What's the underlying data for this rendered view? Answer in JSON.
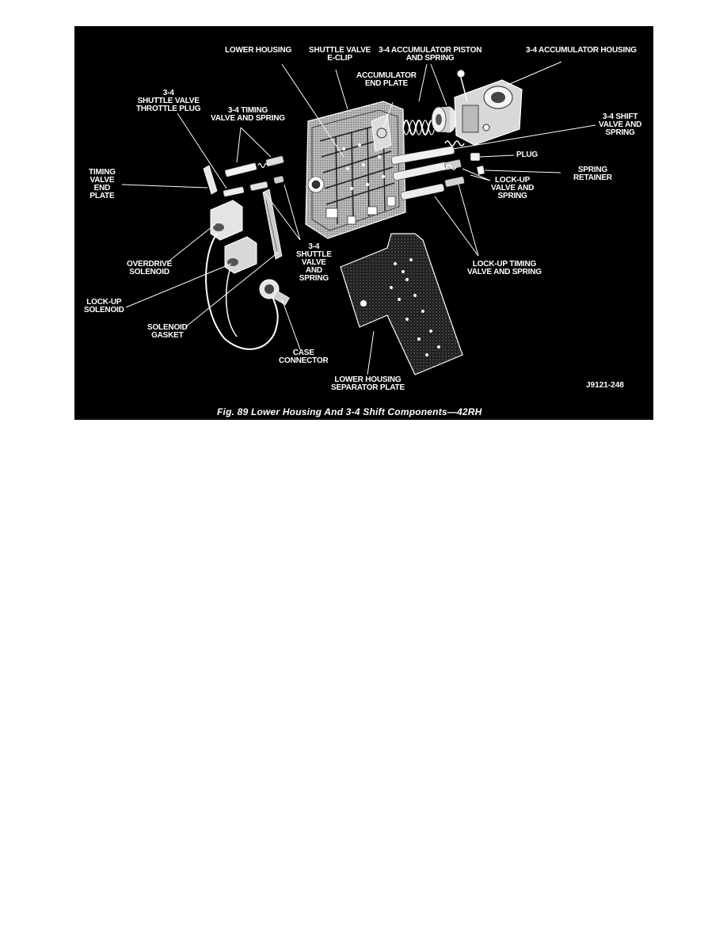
{
  "figure": {
    "caption": "Fig. 89 Lower Housing And 3-4 Shift Components—42RH",
    "figure_id": "J9121-248",
    "labels": {
      "lower_housing": "LOWER HOUSING",
      "shuttle_valve_eclip_1": "SHUTTLE VALVE",
      "shuttle_valve_eclip_2": "E-CLIP",
      "accum_piston_1": "3-4 ACCUMULATOR PISTON",
      "accum_piston_2": "AND SPRING",
      "accum_housing": "3-4 ACCUMULATOR HOUSING",
      "accum_end_plate_1": "ACCUMULATOR",
      "accum_end_plate_2": "END PLATE",
      "throttle_plug_1": "3-4",
      "throttle_plug_2": "SHUTTLE VALVE",
      "throttle_plug_3": "THROTTLE PLUG",
      "timing_valve_1": "3-4 TIMING",
      "timing_valve_2": "VALVE AND SPRING",
      "shift_valve_1": "3-4 SHIFT",
      "shift_valve_2": "VALVE AND",
      "shift_valve_3": "SPRING",
      "plug": "PLUG",
      "spring_retainer_1": "SPRING",
      "spring_retainer_2": "RETAINER",
      "timing_end_plate_1": "TIMING",
      "timing_end_plate_2": "VALVE",
      "timing_end_plate_3": "END",
      "timing_end_plate_4": "PLATE",
      "lockup_valve_1": "LOCK-UP",
      "lockup_valve_2": "VALVE AND",
      "lockup_valve_3": "SPRING",
      "shuttle_valve_1": "3-4",
      "shuttle_valve_2": "SHUTTLE",
      "shuttle_valve_3": "VALVE",
      "shuttle_valve_4": "AND",
      "shuttle_valve_5": "SPRING",
      "lockup_timing_1": "LOCK-UP TIMING",
      "lockup_timing_2": "VALVE AND SPRING",
      "overdrive_solenoid_1": "OVERDRIVE",
      "overdrive_solenoid_2": "SOLENOID",
      "lockup_solenoid_1": "LOCK-UP",
      "lockup_solenoid_2": "SOLENOID",
      "solenoid_gasket_1": "SOLENOID",
      "solenoid_gasket_2": "GASKET",
      "case_connector_1": "CASE",
      "case_connector_2": "CONNECTOR",
      "separator_plate_1": "LOWER HOUSING",
      "separator_plate_2": "SEPARATOR PLATE"
    }
  }
}
